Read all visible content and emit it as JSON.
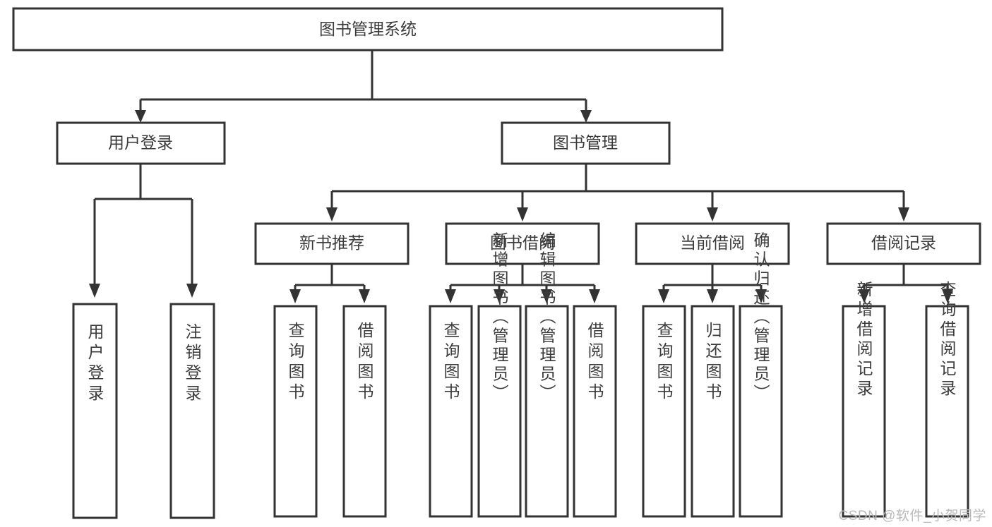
{
  "diagram": {
    "title": "图书管理系统",
    "watermark": "CSDN @软件_小贺同学",
    "colors": {
      "stroke": "#333333",
      "text": "#3b3b3b",
      "background": "#ffffff",
      "watermark": "#b9b9b9"
    },
    "levels": {
      "root": {
        "label": "图书管理系统"
      },
      "level2": [
        {
          "label": "用户登录"
        },
        {
          "label": "图书管理"
        }
      ],
      "level3": [
        {
          "label": "新书推荐"
        },
        {
          "label": "图书借阅"
        },
        {
          "label": "当前借阅"
        },
        {
          "label": "借阅记录"
        }
      ],
      "leaves": [
        {
          "label": "用户登录",
          "parent": "用户登录"
        },
        {
          "label": "注销登录",
          "parent": "用户登录"
        },
        {
          "label": "查询图书",
          "parent": "新书推荐"
        },
        {
          "label": "借阅图书",
          "parent": "新书推荐"
        },
        {
          "label": "查询图书",
          "parent": "图书借阅"
        },
        {
          "label": "新增图书（管理员）",
          "parent": "图书借阅"
        },
        {
          "label": "编辑图书（管理员）",
          "parent": "图书借阅"
        },
        {
          "label": "借阅图书",
          "parent": "图书借阅"
        },
        {
          "label": "查询图书",
          "parent": "当前借阅"
        },
        {
          "label": "归还图书",
          "parent": "当前借阅"
        },
        {
          "label": "确认归还（管理员）",
          "parent": "当前借阅"
        },
        {
          "label": "新增借阅记录",
          "parent": "借阅记录"
        },
        {
          "label": "查询借阅记录",
          "parent": "借阅记录"
        }
      ]
    }
  },
  "chart_data": {
    "type": "diagram",
    "title": "图书管理系统",
    "layout": "top-down tree / functional decomposition",
    "nodes": [
      {
        "id": "n0",
        "label": "图书管理系统",
        "level": 1,
        "orientation": "horizontal"
      },
      {
        "id": "n1",
        "label": "用户登录",
        "level": 2,
        "orientation": "horizontal"
      },
      {
        "id": "n2",
        "label": "图书管理",
        "level": 2,
        "orientation": "horizontal"
      },
      {
        "id": "n3",
        "label": "新书推荐",
        "level": 3,
        "orientation": "horizontal"
      },
      {
        "id": "n4",
        "label": "图书借阅",
        "level": 3,
        "orientation": "horizontal"
      },
      {
        "id": "n5",
        "label": "当前借阅",
        "level": 3,
        "orientation": "horizontal"
      },
      {
        "id": "n6",
        "label": "借阅记录",
        "level": 3,
        "orientation": "horizontal"
      },
      {
        "id": "n7",
        "label": "用户登录",
        "level": 4,
        "orientation": "vertical"
      },
      {
        "id": "n8",
        "label": "注销登录",
        "level": 4,
        "orientation": "vertical"
      },
      {
        "id": "n9",
        "label": "查询图书",
        "level": 4,
        "orientation": "vertical"
      },
      {
        "id": "n10",
        "label": "借阅图书",
        "level": 4,
        "orientation": "vertical"
      },
      {
        "id": "n11",
        "label": "查询图书",
        "level": 4,
        "orientation": "vertical"
      },
      {
        "id": "n12",
        "label": "新增图书（管理员）",
        "level": 4,
        "orientation": "vertical"
      },
      {
        "id": "n13",
        "label": "编辑图书（管理员）",
        "level": 4,
        "orientation": "vertical"
      },
      {
        "id": "n14",
        "label": "借阅图书",
        "level": 4,
        "orientation": "vertical"
      },
      {
        "id": "n15",
        "label": "查询图书",
        "level": 4,
        "orientation": "vertical"
      },
      {
        "id": "n16",
        "label": "归还图书",
        "level": 4,
        "orientation": "vertical"
      },
      {
        "id": "n17",
        "label": "确认归还（管理员）",
        "level": 4,
        "orientation": "vertical"
      },
      {
        "id": "n18",
        "label": "新增借阅记录",
        "level": 4,
        "orientation": "vertical"
      },
      {
        "id": "n19",
        "label": "查询借阅记录",
        "level": 4,
        "orientation": "vertical"
      }
    ],
    "edges": [
      {
        "from": "n0",
        "to": "n1"
      },
      {
        "from": "n0",
        "to": "n2"
      },
      {
        "from": "n1",
        "to": "n7"
      },
      {
        "from": "n1",
        "to": "n8"
      },
      {
        "from": "n2",
        "to": "n3"
      },
      {
        "from": "n2",
        "to": "n4"
      },
      {
        "from": "n2",
        "to": "n5"
      },
      {
        "from": "n2",
        "to": "n6"
      },
      {
        "from": "n3",
        "to": "n9"
      },
      {
        "from": "n3",
        "to": "n10"
      },
      {
        "from": "n4",
        "to": "n11"
      },
      {
        "from": "n4",
        "to": "n12"
      },
      {
        "from": "n4",
        "to": "n13"
      },
      {
        "from": "n4",
        "to": "n14"
      },
      {
        "from": "n5",
        "to": "n15"
      },
      {
        "from": "n5",
        "to": "n16"
      },
      {
        "from": "n5",
        "to": "n17"
      },
      {
        "from": "n6",
        "to": "n18"
      },
      {
        "from": "n6",
        "to": "n19"
      }
    ]
  }
}
